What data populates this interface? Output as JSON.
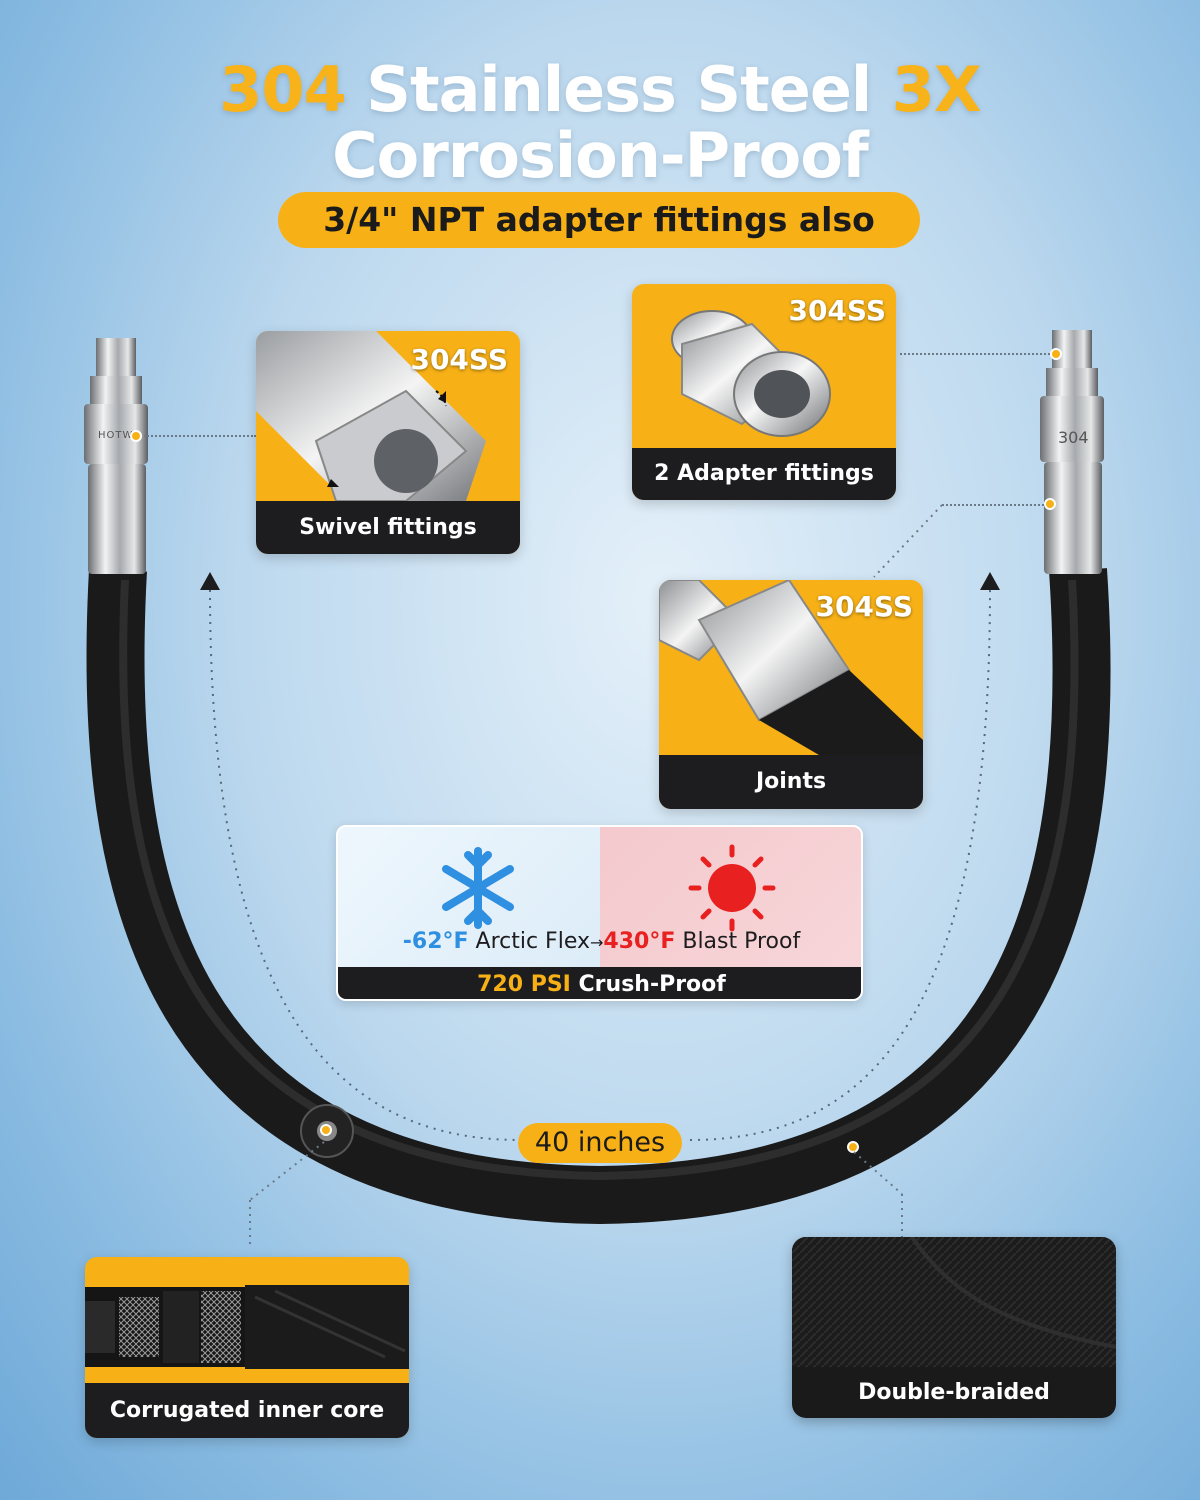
{
  "headline": {
    "line1_part1": "304",
    "line1_part2": " Stainless Steel ",
    "line1_part3": "3X",
    "line2": "Corrosion-Proof",
    "subline": "3/4\" NPT adapter fittings also"
  },
  "callouts": {
    "swivel": {
      "badge": "304SS",
      "caption": "Swivel fittings"
    },
    "adapter": {
      "badge": "304SS",
      "caption": "2 Adapter fittings"
    },
    "joints": {
      "badge": "304SS",
      "caption": "Joints"
    },
    "core": {
      "caption": "Corrugated inner core"
    },
    "braid": {
      "caption": "Double-braided"
    }
  },
  "fitting_marks": {
    "left": "HOTW",
    "right": "304"
  },
  "temperature_panel": {
    "cold_value": "-62°F",
    "cold_label": " Arctic Flex",
    "arrow": "→",
    "hot_value": "430°F",
    "hot_label": " Blast Proof",
    "pressure_value": "720 PSI",
    "pressure_label": " Crush-Proof"
  },
  "length_label": "40 inches",
  "colors": {
    "accent": "#f7b117",
    "cold": "#2f8fe0",
    "hot": "#e8201f",
    "dark": "#1d1d1f"
  },
  "icons": [
    "snowflake-icon",
    "sun-icon",
    "arrow-up-icon"
  ]
}
